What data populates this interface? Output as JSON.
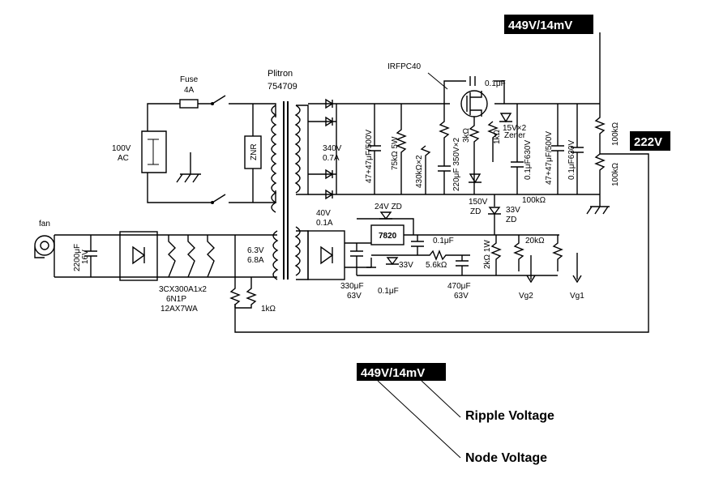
{
  "transformer": {
    "name": "Plitron",
    "part": "754709"
  },
  "fuse": {
    "label": "Fuse",
    "rating": "4A"
  },
  "mains": {
    "voltage": "100V",
    "type": "AC"
  },
  "znr": "ZNR",
  "hv_secondary": {
    "voltage": "340V",
    "current": "0.7A"
  },
  "caps": {
    "main": "47+47μF/500V",
    "out": "47+47μF/500V",
    "c01_gate": "0.1μF",
    "c01_630_a": "0.1μF630V",
    "c01_630_b": "0.1μF630V",
    "c220": "220μF 350V×2",
    "c330": "330μF",
    "c330_v": "63V",
    "c01_reg": "0.1μF",
    "c01_reg_out": "0.1μF",
    "c470": "470μF",
    "c470_v": "63V",
    "fan_cap": "2200μF",
    "fan_cap_v": "16V"
  },
  "resistors": {
    "r75k": "75kΩ 5W",
    "r430k": "430kΩ×2",
    "r3k": "3kΩ",
    "r1k_gate": "1kΩ",
    "r100k_top": "100kΩ",
    "r100k_bot": "100kΩ",
    "r100k_mid": "100kΩ",
    "r56k": "5.6kΩ",
    "r2k": "2kΩ 1W",
    "r20k": "20kΩ",
    "r1k_heater": "1kΩ"
  },
  "semis": {
    "mosfet": "IRFPC40",
    "zener15": "15V×2",
    "zener15_b": "Zener",
    "zd150": "150V",
    "zd150_b": "ZD",
    "zd33": "33V",
    "zd33_b": "ZD",
    "zd24": "24V ZD",
    "reg": "7820",
    "z33_reg": "33V"
  },
  "bias_secondary": {
    "voltage": "40V",
    "current": "0.1A"
  },
  "heater_secondary": {
    "voltage": "6.3V",
    "current": "6.8A"
  },
  "tubes": [
    "3CX300A1x2",
    "6N1P",
    "12AX7WA"
  ],
  "fan_label": "fan",
  "outputs": {
    "vg2": "Vg2",
    "vg1": "Vg1"
  },
  "badges": {
    "top": "449V/14mV",
    "right": "222V",
    "legend": "449V/14mV"
  },
  "legend": {
    "ripple": "Ripple Voltage",
    "node": "Node Voltage"
  }
}
